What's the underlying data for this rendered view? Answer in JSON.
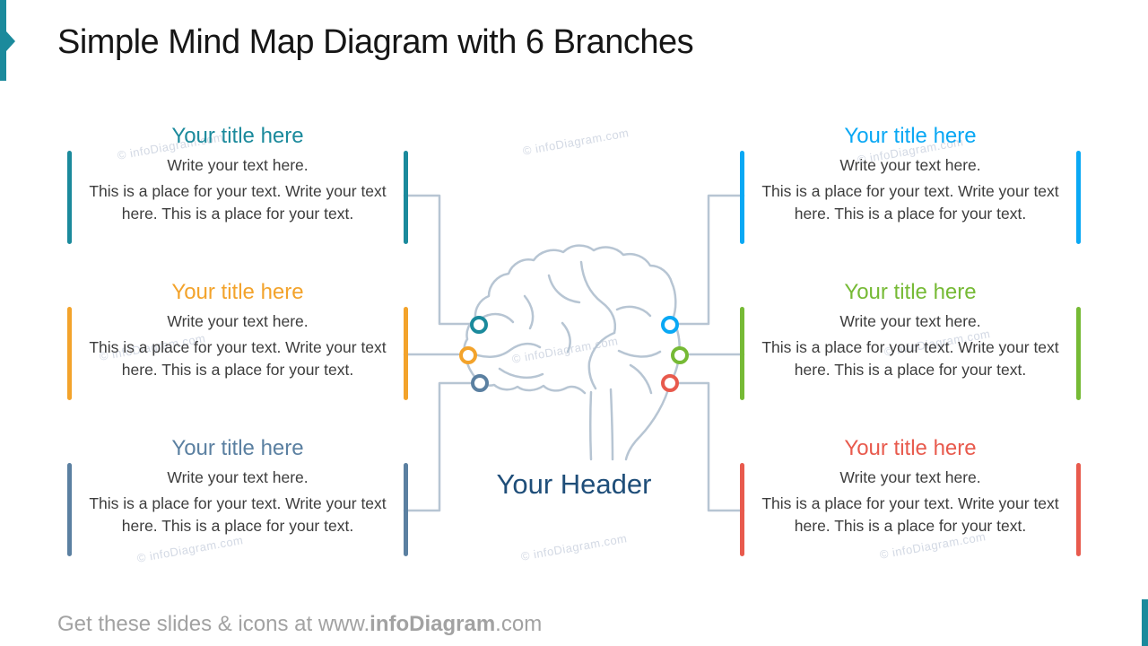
{
  "slide": {
    "title": "Simple Mind Map Diagram with 6 Branches",
    "center_header": "Your Header",
    "watermark": "© infoDiagram.com",
    "footer": {
      "prefix": "Get these slides & icons at www.",
      "brand": "infoDiagram",
      "suffix": ".com"
    },
    "accent_color": "#1b8a9c"
  },
  "branches": [
    {
      "position": "top-left",
      "title": "Your title here",
      "color": "#1b8a9c",
      "line1": "Write your text here.",
      "paragraph": "This is a place for your text. Write your text here. This is a place for your text."
    },
    {
      "position": "middle-left",
      "title": "Your title here",
      "color": "#f3a32b",
      "line1": "Write your text here.",
      "paragraph": "This is a place for your text. Write your text here. This is a place for your text."
    },
    {
      "position": "bottom-left",
      "title": "Your title here",
      "color": "#5b80a1",
      "line1": "Write your text here.",
      "paragraph": "This is a place for your text. Write your text here. This is a place for your text."
    },
    {
      "position": "top-right",
      "title": "Your title here",
      "color": "#0aa8f4",
      "line1": "Write your text here.",
      "paragraph": "This is a place for your text. Write your text here. This is a place for your text."
    },
    {
      "position": "middle-right",
      "title": "Your title here",
      "color": "#76ba35",
      "line1": "Write your text here.",
      "paragraph": "This is a place for your text. Write your text here. This is a place for your text."
    },
    {
      "position": "bottom-right",
      "title": "Your title here",
      "color": "#e85a4d",
      "line1": "Write your text here.",
      "paragraph": "This is a place for your text. Write your text here. This is a place for your text."
    }
  ],
  "diagram": {
    "connector_color": "#b7c5d3",
    "node_fill": "#ffffff",
    "header_color": "#1f4e79"
  }
}
